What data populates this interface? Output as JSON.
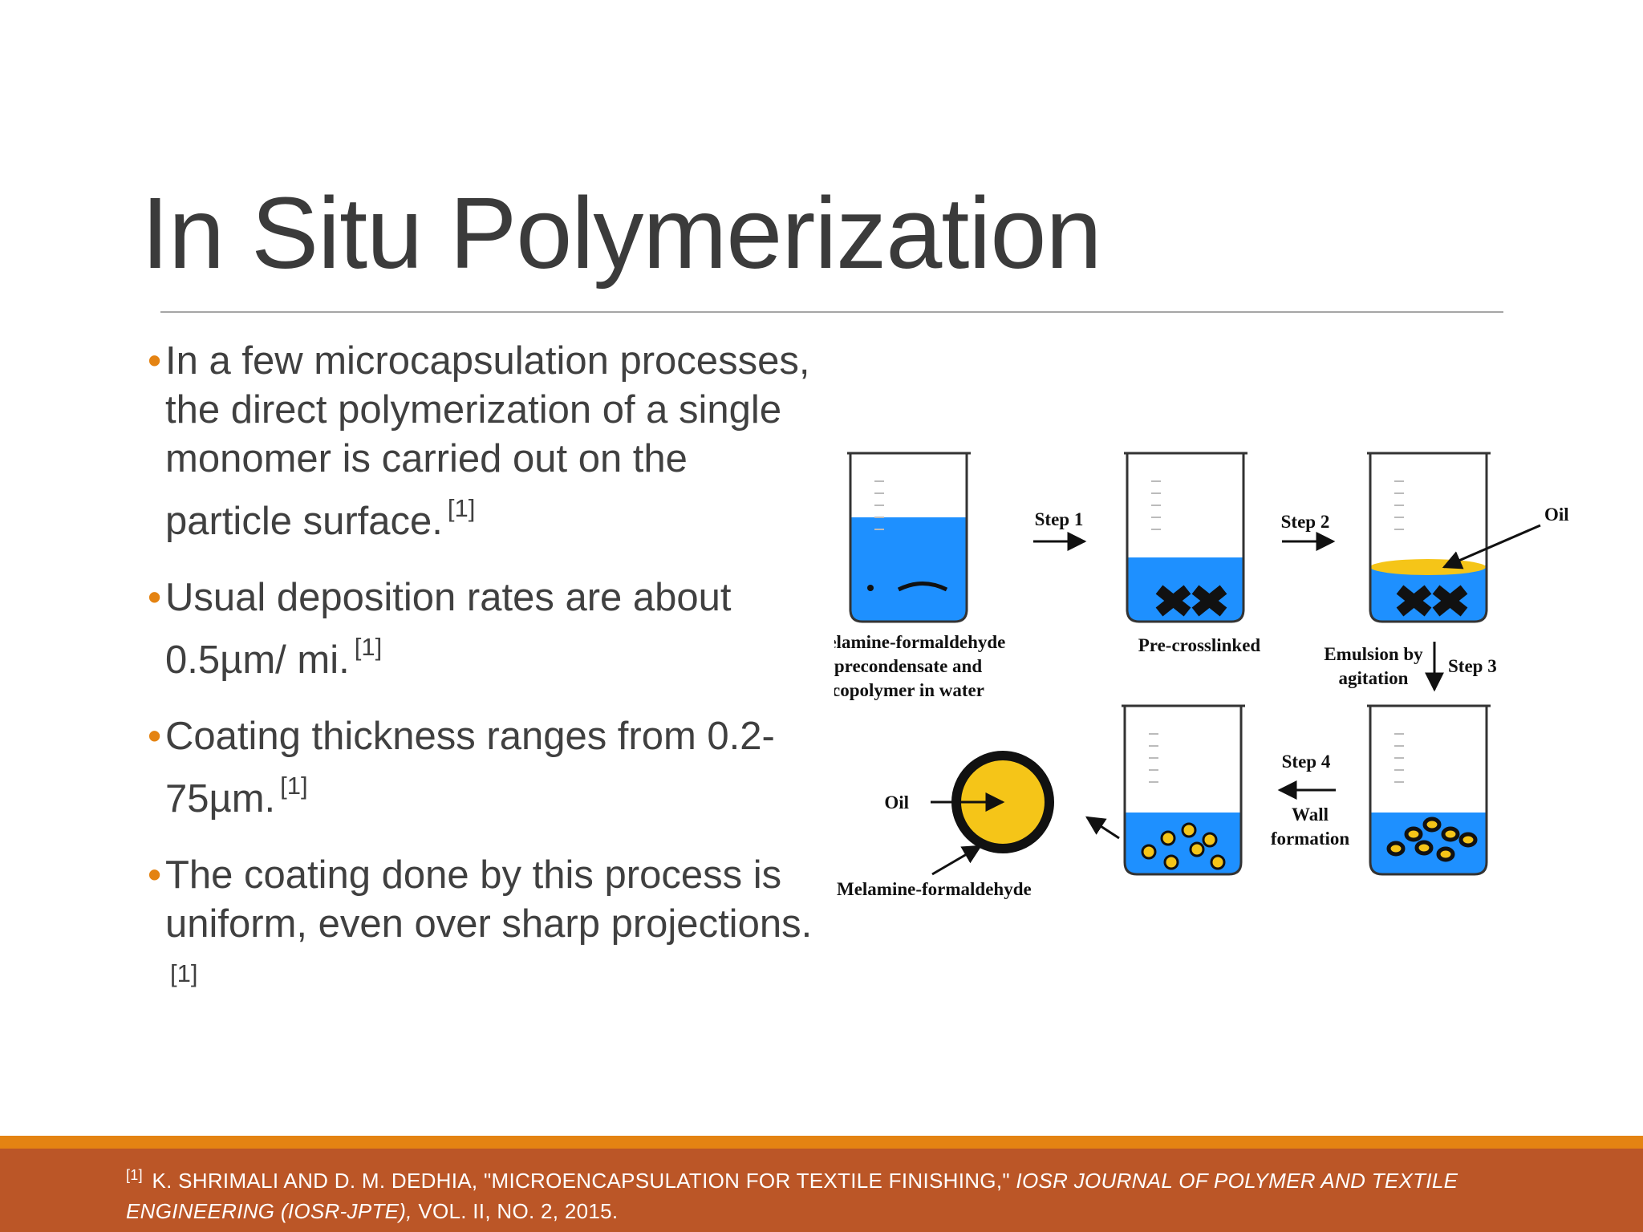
{
  "slide": {
    "title": "In Situ Polymerization"
  },
  "bullets": [
    {
      "text": "In a few microcapsulation processes, the direct polymerization of a single monomer is carried out on the particle surface.",
      "cite": "[1]"
    },
    {
      "text": "Usual deposition rates are about 0.5µm/ mi.",
      "cite": "[1]"
    },
    {
      "text": "Coating thickness ranges from 0.2-75µm.",
      "cite": "[1]"
    },
    {
      "text": "The coating done by this process is uniform, even over sharp projections.",
      "cite": "[1]"
    }
  ],
  "figure": {
    "step1": "Step 1",
    "step2": "Step 2",
    "step3": "Step 3",
    "step4": "Step 4",
    "oil_top": "Oil",
    "oil_left": "Oil",
    "mf_precondensate_1": "Melamine-formaldehyde",
    "mf_precondensate_2": "precondensate and",
    "mf_precondensate_3": "copolymer in water",
    "precrosslinked": "Pre-crosslinked",
    "emulsion_1": "Emulsion by",
    "emulsion_2": "agitation",
    "wall_1": "Wall",
    "wall_2": "formation",
    "mf_shell": "Melamine-formaldehyde",
    "colors": {
      "water": "#1e90ff",
      "oil": "#f5c518",
      "black": "#111111"
    }
  },
  "footer": {
    "cite_marker": "[1]",
    "reference_main": "K. Shrimali and D. M. Dedhia, \"Microencapsulation for textile finishing,\"",
    "reference_journal": "IOSR Journal of Polymer and Textile Engineering (IOSR-JPTE),",
    "reference_tail": "vol. II, no. 2, 2015."
  },
  "colors": {
    "accent_orange": "#e48312",
    "footer_rust": "#bb5627",
    "title_gray": "#3b3b3b"
  }
}
